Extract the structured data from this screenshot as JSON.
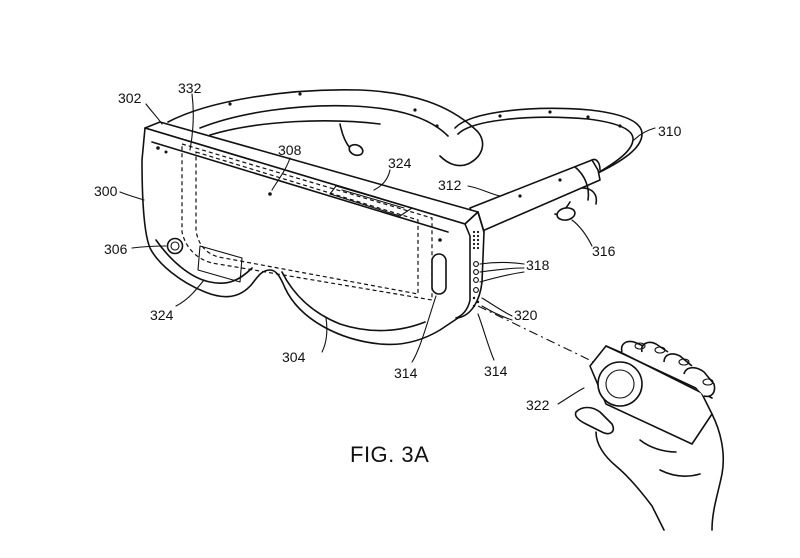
{
  "figure": {
    "caption": "FIG. 3A",
    "refs": {
      "r300": "300",
      "r302": "302",
      "r332": "332",
      "r308": "308",
      "r324_top": "324",
      "r310": "310",
      "r312": "312",
      "r316": "316",
      "r318": "318",
      "r320": "320",
      "r306": "306",
      "r324_left": "324",
      "r304": "304",
      "r314_a": "314",
      "r314_b": "314",
      "r322": "322"
    }
  }
}
